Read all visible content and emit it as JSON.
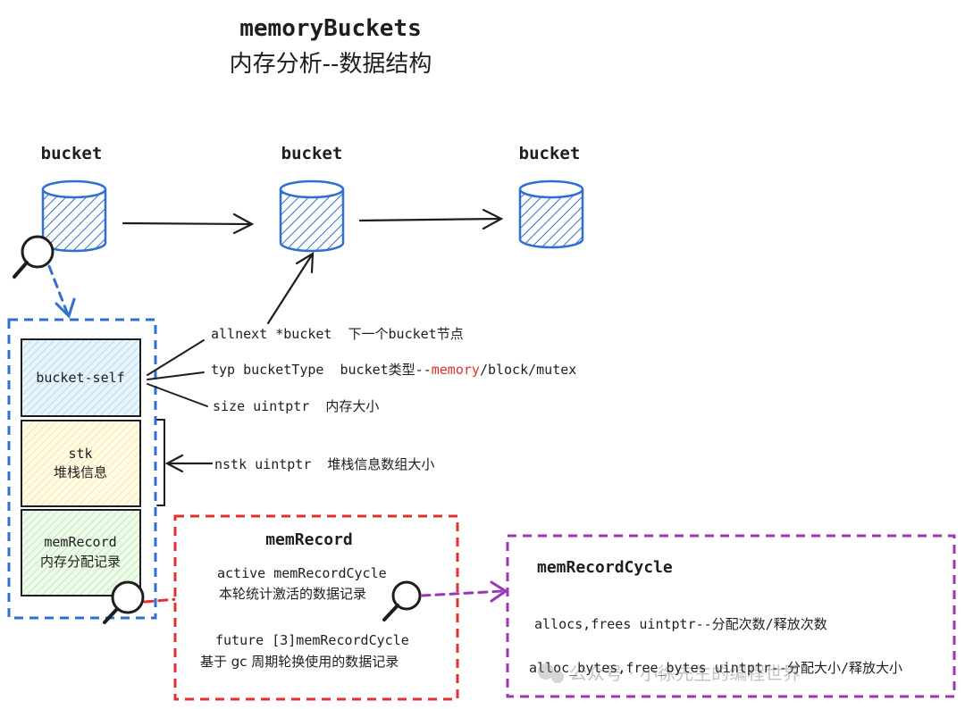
{
  "title": {
    "line1": "memoryBuckets",
    "line2": "内存分析--数据结构"
  },
  "buckets": [
    {
      "label": "bucket"
    },
    {
      "label": "bucket"
    },
    {
      "label": "bucket"
    }
  ],
  "bucket_layout": {
    "self": "bucket-self",
    "stk_line1": "stk",
    "stk_line2": "堆栈信息",
    "memrecord_line1": "memRecord",
    "memrecord_line2": "内存分配记录"
  },
  "fields": {
    "allnext": "allnext *bucket  下一个bucket节点",
    "typ_prefix": "typ bucketType  bucket类型--",
    "typ_highlight": "memory",
    "typ_suffix": "/block/mutex",
    "size": "size uintptr  内存大小",
    "nstk": "nstk uintptr  堆栈信息数组大小"
  },
  "memrecord": {
    "title": "memRecord",
    "active_line1": "active memRecordCycle",
    "active_line2": "本轮统计激活的数据记录",
    "future_line1": "future [3]memRecordCycle",
    "future_line2": "基于 gc 周期轮换使用的数据记录"
  },
  "memrecordcycle": {
    "title": "memRecordCycle",
    "allocs": "allocs,frees uintptr--分配次数/释放次数",
    "bytes": "alloc_bytes,free_bytes uintptr--分配大小/释放大小"
  },
  "watermark": "公众号 · 小徐先生的编程世界",
  "colors": {
    "blue": "#2f6fd0",
    "red": "#e03131",
    "purple": "#9c36b5",
    "text": "#1e1e1e",
    "highlight": "#e03131",
    "self_fill": "#d6ebfa",
    "stk_fill": "#fff6cc",
    "mem_fill": "#ddf5d8"
  }
}
